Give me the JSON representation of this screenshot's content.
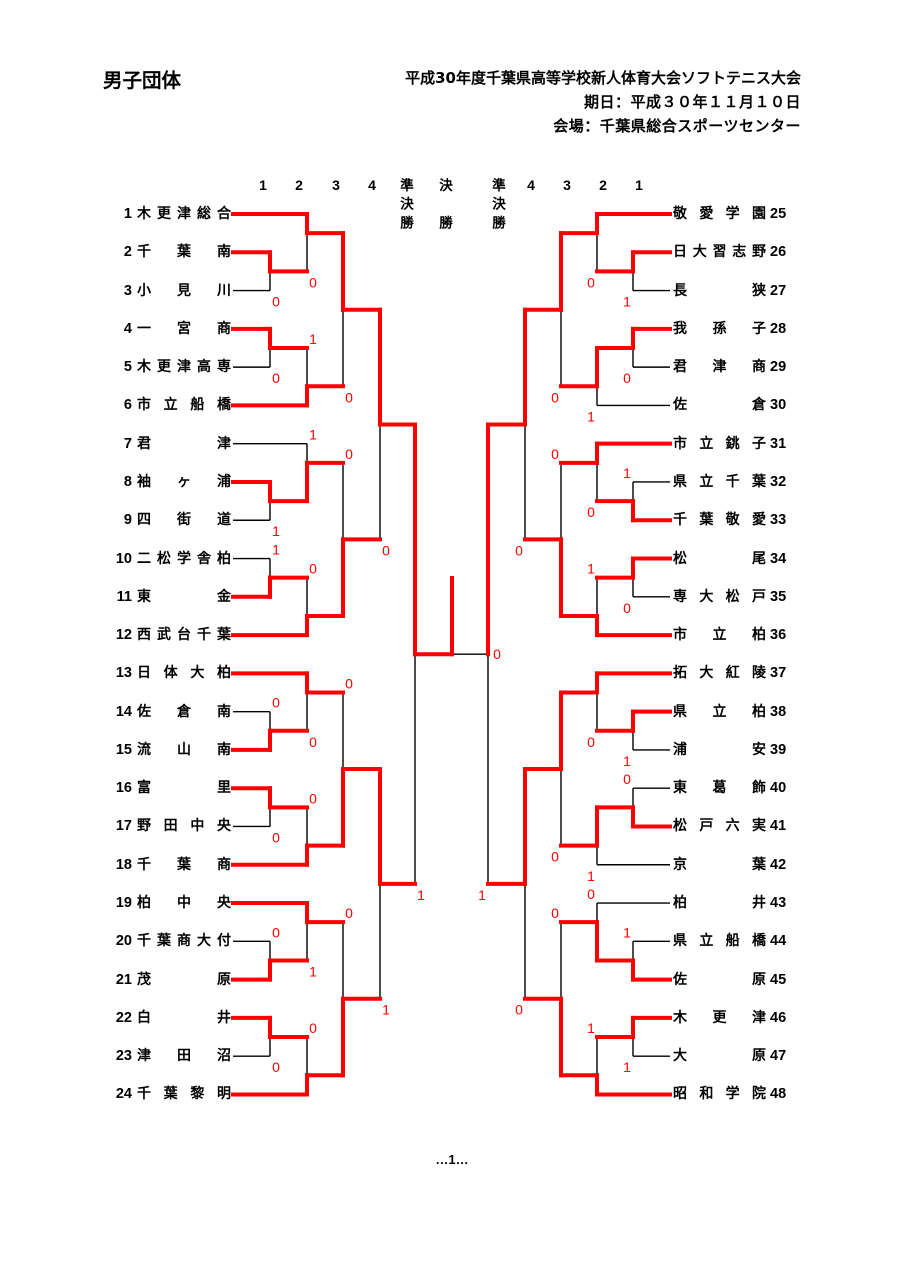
{
  "header": {
    "event": "男子団体",
    "tournament": "平成30年度千葉県高等学校新人体育大会ソフトテニス大会",
    "date": "期日：平成３０年１１月１０日",
    "venue": "会場：千葉県総合スポーツセンター"
  },
  "round_headers": {
    "left_rounds": [
      "1",
      "2",
      "3",
      "4"
    ],
    "left_semifinal": "準決勝",
    "final": "決勝",
    "right_semifinal": "準決勝",
    "right_rounds": [
      "4",
      "3",
      "2",
      "1"
    ]
  },
  "left_teams": [
    {
      "seed": "1",
      "name": "木更津総合"
    },
    {
      "seed": "2",
      "name": "千葉南"
    },
    {
      "seed": "3",
      "name": "小見川"
    },
    {
      "seed": "4",
      "name": "一宮商"
    },
    {
      "seed": "5",
      "name": "木更津高専"
    },
    {
      "seed": "6",
      "name": "市立船橋"
    },
    {
      "seed": "7",
      "name": "君津"
    },
    {
      "seed": "8",
      "name": "袖ヶ浦"
    },
    {
      "seed": "9",
      "name": "四街道"
    },
    {
      "seed": "10",
      "name": "二松学舎柏"
    },
    {
      "seed": "11",
      "name": "東金"
    },
    {
      "seed": "12",
      "name": "西武台千葉"
    },
    {
      "seed": "13",
      "name": "日体大柏"
    },
    {
      "seed": "14",
      "name": "佐倉南"
    },
    {
      "seed": "15",
      "name": "流山南"
    },
    {
      "seed": "16",
      "name": "富里"
    },
    {
      "seed": "17",
      "name": "野田中央"
    },
    {
      "seed": "18",
      "name": "千葉商"
    },
    {
      "seed": "19",
      "name": "柏中央"
    },
    {
      "seed": "20",
      "name": "千葉商大付"
    },
    {
      "seed": "21",
      "name": "茂原"
    },
    {
      "seed": "22",
      "name": "白井"
    },
    {
      "seed": "23",
      "name": "津田沼"
    },
    {
      "seed": "24",
      "name": "千葉黎明"
    }
  ],
  "right_teams": [
    {
      "seed": "25",
      "name": "敬愛学園"
    },
    {
      "seed": "26",
      "name": "日大習志野"
    },
    {
      "seed": "27",
      "name": "長狭"
    },
    {
      "seed": "28",
      "name": "我孫子"
    },
    {
      "seed": "29",
      "name": "君津商"
    },
    {
      "seed": "30",
      "name": "佐倉"
    },
    {
      "seed": "31",
      "name": "市立銚子"
    },
    {
      "seed": "32",
      "name": "県立千葉"
    },
    {
      "seed": "33",
      "name": "千葉敬愛"
    },
    {
      "seed": "34",
      "name": "松尾"
    },
    {
      "seed": "35",
      "name": "専大松戸"
    },
    {
      "seed": "36",
      "name": "市立柏"
    },
    {
      "seed": "37",
      "name": "拓大紅陵"
    },
    {
      "seed": "38",
      "name": "県立柏"
    },
    {
      "seed": "39",
      "name": "浦安"
    },
    {
      "seed": "40",
      "name": "東葛飾"
    },
    {
      "seed": "41",
      "name": "松戸六実"
    },
    {
      "seed": "42",
      "name": "京葉"
    },
    {
      "seed": "43",
      "name": "柏井"
    },
    {
      "seed": "44",
      "name": "県立船橋"
    },
    {
      "seed": "45",
      "name": "佐原"
    },
    {
      "seed": "46",
      "name": "木更津"
    },
    {
      "seed": "47",
      "name": "大原"
    },
    {
      "seed": "48",
      "name": "昭和学院"
    }
  ],
  "matches": [
    {
      "round": "1",
      "teams": [
        "2",
        "3"
      ],
      "winner": "2",
      "loser_score": "0"
    },
    {
      "round": "2",
      "teams": [
        "1",
        "2"
      ],
      "winner": "1",
      "loser_score": "0"
    },
    {
      "round": "1",
      "teams": [
        "4",
        "5"
      ],
      "winner": "4",
      "loser_score": "0"
    },
    {
      "round": "2",
      "teams": [
        "4",
        "6"
      ],
      "winner": "6",
      "loser_score": "1"
    },
    {
      "round": "3",
      "teams": [
        "1",
        "6"
      ],
      "winner": "1",
      "loser_score": "0"
    },
    {
      "round": "1",
      "teams": [
        "8",
        "9"
      ],
      "winner": "8",
      "loser_score": "1"
    },
    {
      "round": "2",
      "teams": [
        "7",
        "8"
      ],
      "winner": "8",
      "loser_score": "1"
    },
    {
      "round": "1",
      "teams": [
        "10",
        "11"
      ],
      "winner": "11",
      "loser_score": "1"
    },
    {
      "round": "2",
      "teams": [
        "11",
        "12"
      ],
      "winner": "12",
      "loser_score": "0"
    },
    {
      "round": "3",
      "teams": [
        "8",
        "12"
      ],
      "winner": "12",
      "loser_score": "0"
    },
    {
      "round": "4",
      "teams": [
        "1",
        "12"
      ],
      "winner": "1",
      "loser_score": "0"
    },
    {
      "round": "1",
      "teams": [
        "14",
        "15"
      ],
      "winner": "15",
      "loser_score": "0"
    },
    {
      "round": "2",
      "teams": [
        "13",
        "15"
      ],
      "winner": "13",
      "loser_score": "0"
    },
    {
      "round": "1",
      "teams": [
        "16",
        "17"
      ],
      "winner": "16",
      "loser_score": "0"
    },
    {
      "round": "2",
      "teams": [
        "16",
        "18"
      ],
      "winner": "18",
      "loser_score": "0"
    },
    {
      "round": "3",
      "teams": [
        "13",
        "18"
      ],
      "winner": "18",
      "loser_score": "0"
    },
    {
      "round": "1",
      "teams": [
        "20",
        "21"
      ],
      "winner": "21",
      "loser_score": "0"
    },
    {
      "round": "2",
      "teams": [
        "19",
        "21"
      ],
      "winner": "19",
      "loser_score": "1"
    },
    {
      "round": "1",
      "teams": [
        "22",
        "23"
      ],
      "winner": "22",
      "loser_score": "0"
    },
    {
      "round": "2",
      "teams": [
        "22",
        "24"
      ],
      "winner": "24",
      "loser_score": "0"
    },
    {
      "round": "3",
      "teams": [
        "19",
        "24"
      ],
      "winner": "24",
      "loser_score": "0"
    },
    {
      "round": "4",
      "teams": [
        "18",
        "24"
      ],
      "winner": "18",
      "loser_score": "1"
    },
    {
      "round": "semifinal",
      "teams": [
        "1",
        "18"
      ],
      "winner": "1",
      "loser_score": "1"
    },
    {
      "round": "1",
      "teams": [
        "26",
        "27"
      ],
      "winner": "26",
      "loser_score": "1"
    },
    {
      "round": "2",
      "teams": [
        "25",
        "26"
      ],
      "winner": "25",
      "loser_score": "0"
    },
    {
      "round": "1",
      "teams": [
        "28",
        "29"
      ],
      "winner": "28",
      "loser_score": "0"
    },
    {
      "round": "2",
      "teams": [
        "28",
        "30"
      ],
      "winner": "28",
      "loser_score": "1"
    },
    {
      "round": "3",
      "teams": [
        "25",
        "28"
      ],
      "winner": "25",
      "loser_score": "0"
    },
    {
      "round": "1",
      "teams": [
        "32",
        "33"
      ],
      "winner": "33",
      "loser_score": "1"
    },
    {
      "round": "2",
      "teams": [
        "31",
        "33"
      ],
      "winner": "31",
      "loser_score": "0"
    },
    {
      "round": "1",
      "teams": [
        "34",
        "35"
      ],
      "winner": "34",
      "loser_score": "0"
    },
    {
      "round": "2",
      "teams": [
        "34",
        "36"
      ],
      "winner": "36",
      "loser_score": "1"
    },
    {
      "round": "3",
      "teams": [
        "31",
        "36"
      ],
      "winner": "36",
      "loser_score": "0"
    },
    {
      "round": "4",
      "teams": [
        "25",
        "36"
      ],
      "winner": "25",
      "loser_score": "0"
    },
    {
      "round": "1",
      "teams": [
        "38",
        "39"
      ],
      "winner": "38",
      "loser_score": "1"
    },
    {
      "round": "2",
      "teams": [
        "37",
        "38"
      ],
      "winner": "37",
      "loser_score": "0"
    },
    {
      "round": "1",
      "teams": [
        "40",
        "41"
      ],
      "winner": "41",
      "loser_score": "0"
    },
    {
      "round": "2",
      "teams": [
        "41",
        "42"
      ],
      "winner": "41",
      "loser_score": "1"
    },
    {
      "round": "3",
      "teams": [
        "37",
        "41"
      ],
      "winner": "37",
      "loser_score": "0"
    },
    {
      "round": "1",
      "teams": [
        "44",
        "45"
      ],
      "winner": "45",
      "loser_score": "1"
    },
    {
      "round": "2",
      "teams": [
        "43",
        "45"
      ],
      "winner": "45",
      "loser_score": "0"
    },
    {
      "round": "1",
      "teams": [
        "46",
        "47"
      ],
      "winner": "46",
      "loser_score": "1"
    },
    {
      "round": "2",
      "teams": [
        "46",
        "48"
      ],
      "winner": "48",
      "loser_score": "1"
    },
    {
      "round": "3",
      "teams": [
        "45",
        "48"
      ],
      "winner": "48",
      "loser_score": "0"
    },
    {
      "round": "4",
      "teams": [
        "37",
        "48"
      ],
      "winner": "37",
      "loser_score": "0"
    },
    {
      "round": "semifinal",
      "teams": [
        "25",
        "37"
      ],
      "winner": "25",
      "loser_score": "1"
    },
    {
      "round": "final",
      "teams": [
        "1",
        "25"
      ],
      "winner": "1",
      "loser_score": "0"
    }
  ],
  "colors": {
    "winner_line": "#ff0000",
    "line": "#000000",
    "score": "#ff0000"
  },
  "footer": {
    "page": "…1…"
  }
}
